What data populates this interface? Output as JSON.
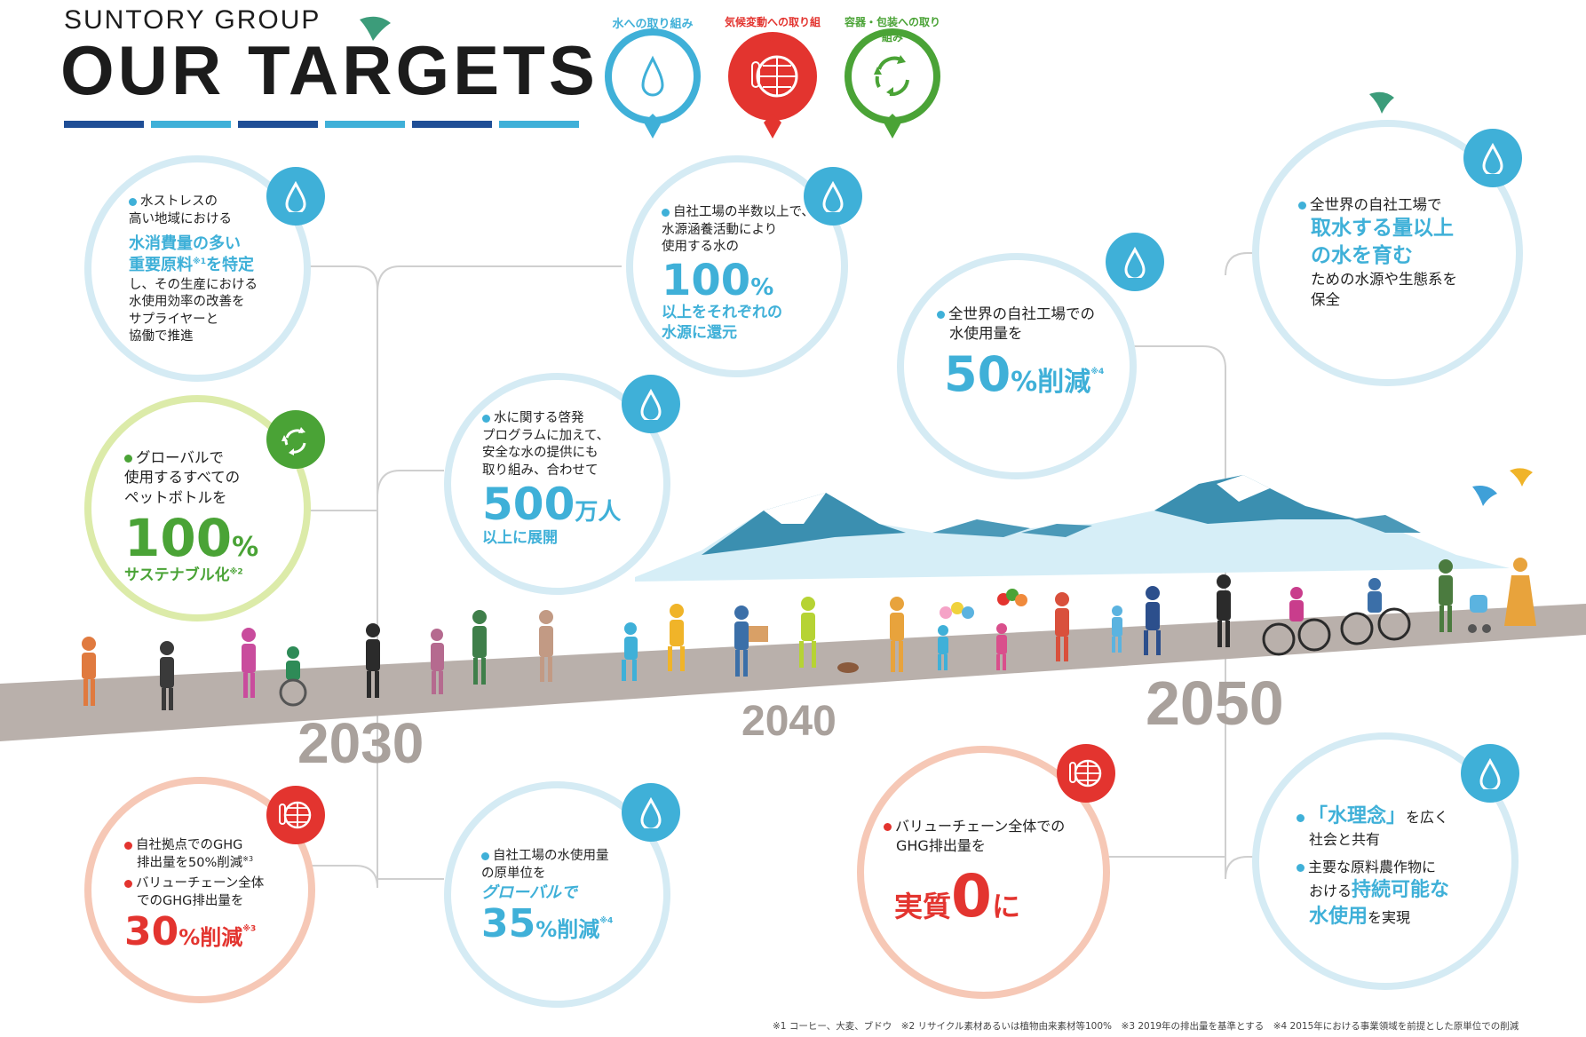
{
  "header": {
    "brand": "SUNTORY GROUP",
    "title": "OUR TARGETS"
  },
  "categories": [
    {
      "label": "水への取り組み",
      "icon": "water-drop-icon",
      "color": "#3fb0d8"
    },
    {
      "label": "気候変動への取り組み",
      "icon": "globe-thermometer-icon",
      "color": "#e3342f"
    },
    {
      "label": "容器・包装への取り組み",
      "icon": "recycle-icon",
      "color": "#4aa336"
    }
  ],
  "colors": {
    "water": "#3fb0d8",
    "climate": "#e3342f",
    "packaging": "#4aa336",
    "road": "#b9b0ab",
    "year": "#a9a19c"
  },
  "years": {
    "y2030": "2030",
    "y2040": "2040",
    "y2050": "2050"
  },
  "targets": {
    "water_stress": {
      "l1": "水ストレスの",
      "l2": "高い地域における",
      "h1": "水消費量の多い",
      "h2": "重要原料",
      "note": "※1",
      "h3": "を特定",
      "l3": "し、その生産における",
      "l4": "水使用効率の改善を",
      "l5": "サプライヤーと",
      "l6": "協働で推進"
    },
    "pet_bottles": {
      "l1": "グローバルで",
      "l2": "使用するすべての",
      "l3": "ペットボトルを",
      "num": "100",
      "unit": "%",
      "sub": "サステナブル化",
      "note": "※2"
    },
    "ghg_2030": {
      "l1": "自社拠点でのGHG",
      "l2": "排出量を50%削減",
      "note1": "※3",
      "l3": "バリューチェーン全体",
      "l4": "でのGHG排出量を",
      "num": "30",
      "unit": "%",
      "sub": "削減",
      "note2": "※3"
    },
    "replenish": {
      "l1": "自社工場の半数以上で、",
      "l2": "水源涵養活動により",
      "l3": "使用する水の",
      "num": "100",
      "unit": "%",
      "sub1": "以上をそれぞれの",
      "sub2": "水源に還元"
    },
    "education": {
      "l1": "水に関する啓発",
      "l2": "プログラムに加えて、",
      "l3": "安全な水の提供にも",
      "l4": "取り組み、合わせて",
      "num": "500",
      "unit": "万人",
      "sub": "以上に展開"
    },
    "water_unit": {
      "l1": "自社工場の水使用量",
      "l2": "の原単位を",
      "hl": "グローバルで",
      "num": "35",
      "unit": "%",
      "sub": "削減",
      "note": "※4"
    },
    "water_50": {
      "l1": "全世界の自社工場での",
      "l2": "水使用量を",
      "num": "50",
      "unit": "%",
      "sub": "削減",
      "note": "※4"
    },
    "net_zero": {
      "l1": "バリューチェーン全体での",
      "l2": "GHG排出量を",
      "pre": "実質",
      "num": "0",
      "post": "に"
    },
    "water_positive": {
      "l1": "全世界の自社工場で",
      "h1": "取水する量以上",
      "h2": "の水を育む",
      "l2": "ための水源や生態系を",
      "l3": "保全"
    },
    "philosophy": {
      "h1": "「水理念」",
      "l1": "を広く",
      "l2": "社会と共有",
      "l3": "主要な原料農作物に",
      "l4": "おける",
      "h2": "持続可能な",
      "h3": "水使用",
      "l5": "を実現"
    }
  },
  "footnote": "※1 コーヒー、大麦、ブドウ　※2 リサイクル素材あるいは植物由来素材等100%　※3 2019年の排出量を基準とする　※4 2015年における事業領域を前提とした原単位での削減"
}
